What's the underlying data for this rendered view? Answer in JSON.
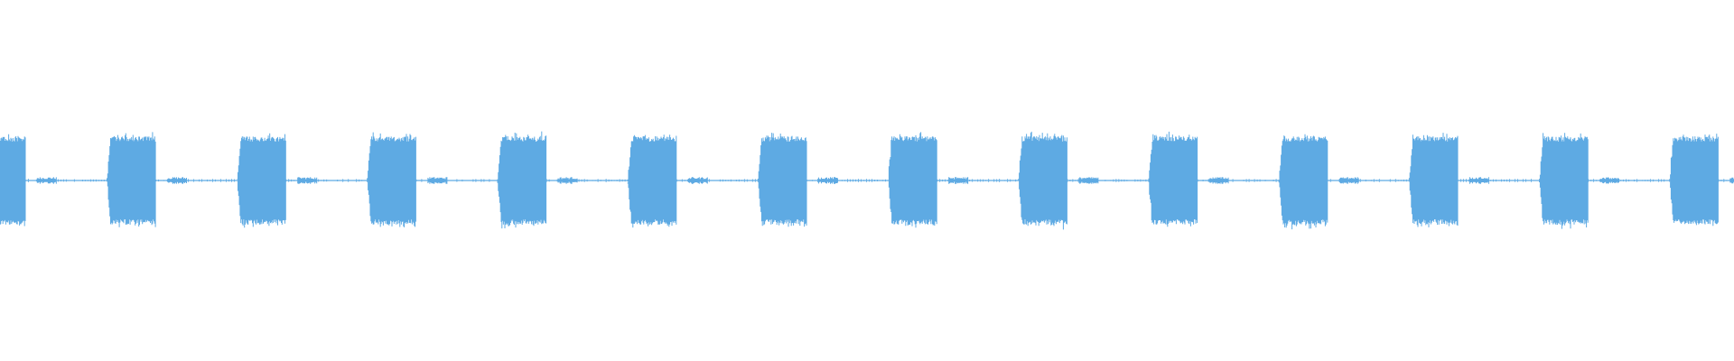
{
  "waveform": {
    "color": "#5eaae3",
    "burst_count": 14,
    "burst_fraction": 0.375,
    "period_fraction": 0.0751,
    "first_burst_start_fraction": -0.0134,
    "burst_amplitude": 0.46,
    "burst_peak_amplitude": 0.52,
    "quiet_amplitude": 0.02,
    "small_blip_amplitude": 0.03
  }
}
